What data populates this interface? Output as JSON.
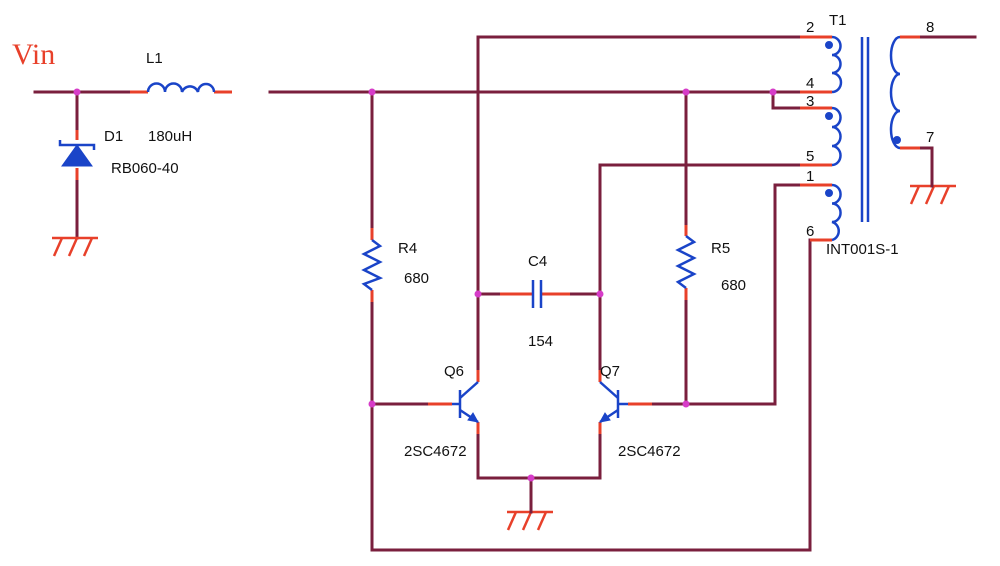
{
  "labels": {
    "vin": "Vin",
    "l1": {
      "ref": "L1",
      "value": "180uH"
    },
    "d1": {
      "ref": "D1",
      "value": "RB060-40"
    },
    "r4": {
      "ref": "R4",
      "value": "680"
    },
    "r5": {
      "ref": "R5",
      "value": "680"
    },
    "c4": {
      "ref": "C4",
      "value": "154"
    },
    "q6": {
      "ref": "Q6",
      "value": "2SC4672"
    },
    "q7": {
      "ref": "Q7",
      "value": "2SC4672"
    },
    "t1": {
      "ref": "T1",
      "value": "INT001S-1"
    },
    "pins": {
      "p1": "1",
      "p2": "2",
      "p3": "3",
      "p4": "4",
      "p5": "5",
      "p6": "6",
      "p7": "7",
      "p8": "8"
    }
  },
  "colors": {
    "wire": "#7a1f3d",
    "lead": "#e8402a",
    "component": "#1a44c8",
    "node": "#d63cc8",
    "vin_text": "#e8402a"
  }
}
